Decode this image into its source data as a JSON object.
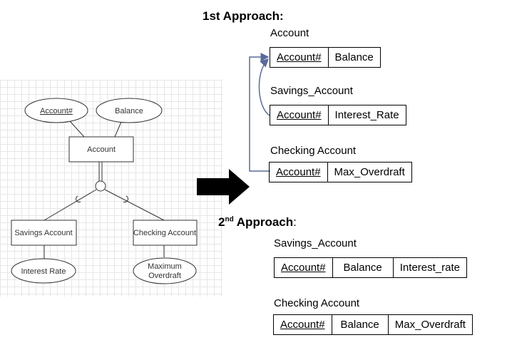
{
  "er_diagram": {
    "entities": {
      "account": "Account",
      "savings": "Savings Account",
      "checking": "Checking Account"
    },
    "attributes": {
      "account_num": "Account#",
      "balance": "Balance",
      "interest_rate": "Interest Rate",
      "max_overdraft_line1": "Maximum",
      "max_overdraft_line2": "Overdraft"
    }
  },
  "approach1": {
    "title": "1st Approach:",
    "account": {
      "name": "Account",
      "columns": [
        "Account#",
        "Balance"
      ]
    },
    "savings": {
      "name": "Savings_Account",
      "columns": [
        "Account#",
        "Interest_Rate"
      ]
    },
    "checking": {
      "name": "Checking Account",
      "columns": [
        "Account#",
        "Max_Overdraft"
      ]
    }
  },
  "approach2": {
    "title_num": "2",
    "title_sup": "nd",
    "title_rest": " Approach",
    "title_colon": ":",
    "savings": {
      "name": "Savings_Account",
      "columns": [
        "Account#",
        "Balance",
        "Interest_rate"
      ]
    },
    "checking": {
      "name": "Checking Account",
      "columns": [
        "Account#",
        "Balance",
        "Max_Overdraft"
      ]
    }
  }
}
